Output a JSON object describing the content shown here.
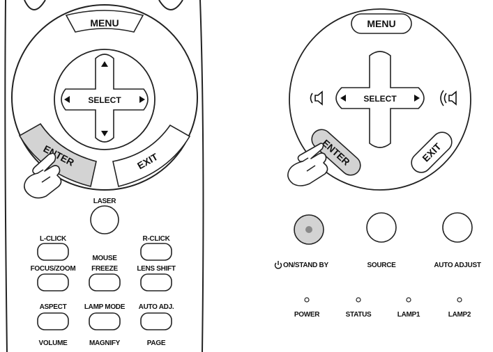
{
  "remote": {
    "menu": "MENU",
    "select": "SELECT",
    "enter": "ENTER",
    "exit": "EXIT",
    "laser": "LASER",
    "l_click": "L-CLICK",
    "mouse": "MOUSE",
    "r_click": "R-CLICK",
    "focus_zoom": "FOCUS/ZOOM",
    "freeze": "FREEZE",
    "lens_shift": "LENS SHIFT",
    "aspect": "ASPECT",
    "lamp_mode": "LAMP MODE",
    "auto_adj": "AUTO ADJ.",
    "volume": "VOLUME",
    "magnify": "MAGNIFY",
    "page": "PAGE"
  },
  "panel": {
    "menu": "MENU",
    "select": "SELECT",
    "enter": "ENTER",
    "exit": "EXIT",
    "on_standby": "ON/STAND BY",
    "source": "SOURCE",
    "auto_adjust": "AUTO ADJUST",
    "indicators": [
      "POWER",
      "STATUS",
      "LAMP1",
      "LAMP2"
    ]
  },
  "colors": {
    "line": "#222222",
    "highlight": "#d3d3d3",
    "power_dot": "#8a8a8a"
  },
  "icons": [
    "arrow-up-icon",
    "arrow-down-icon",
    "arrow-left-icon",
    "arrow-right-icon",
    "pointing-hand-icon",
    "power-icon",
    "volume-down-icon",
    "volume-up-icon"
  ]
}
